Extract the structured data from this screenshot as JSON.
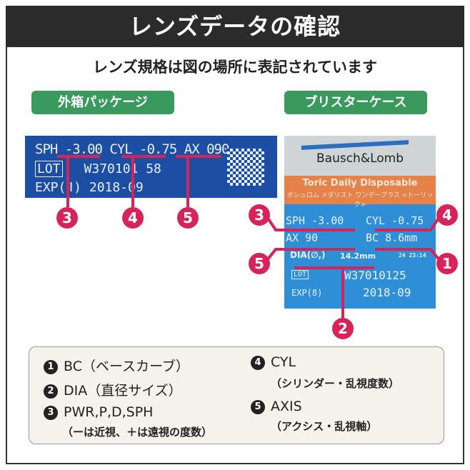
{
  "title": "レンズデータの確認",
  "subtitle": "レンズ規格は図の場所に表記されています",
  "pills": {
    "package": "外箱パッケージ",
    "blister": "ブリスターケース"
  },
  "package": {
    "line1": "SPH -3.00 CYL -0.75 AX 090",
    "lot_label": "LOT",
    "lot": "W370101 58",
    "exp": "EXP(ǁ) 2018-09"
  },
  "blister": {
    "brand": "Bausch&Lomb",
    "product": "Toric Daily Disposable",
    "product_jp": "ボシュロム メダリスト ワンデープラス <トーリック>",
    "sph": "SPH -3.00",
    "cyl": "CYL -0.75",
    "ax": "AX  90",
    "bc": "BC 8.6mm",
    "dia_label": "DIA(∅,)",
    "dia": "14.2mm",
    "code": "24 23:14",
    "lot_label": "LOT",
    "lot": "W37010125",
    "exp_label": "EXP(8)",
    "exp": "2018-09"
  },
  "markers": {
    "m1": "1",
    "m2": "2",
    "m3": "3",
    "m4": "4",
    "m5": "5"
  },
  "colors": {
    "marker": "#d6245a",
    "pill": "#3a9a5e",
    "title_bg": "#2b2b2b"
  },
  "legend": [
    {
      "num": "1",
      "label": "BC（ベースカーブ）"
    },
    {
      "num": "2",
      "label": "DIA（直径サイズ）"
    },
    {
      "num": "3",
      "label": "PWR,P,D,SPH",
      "sub": "（ーは近視、＋は遠視の度数）"
    },
    {
      "num": "4",
      "label": "CYL",
      "sub": "（シリンダー・乱視度数）"
    },
    {
      "num": "5",
      "label": "AXIS",
      "sub": "（アクシス・乱視軸）"
    }
  ]
}
